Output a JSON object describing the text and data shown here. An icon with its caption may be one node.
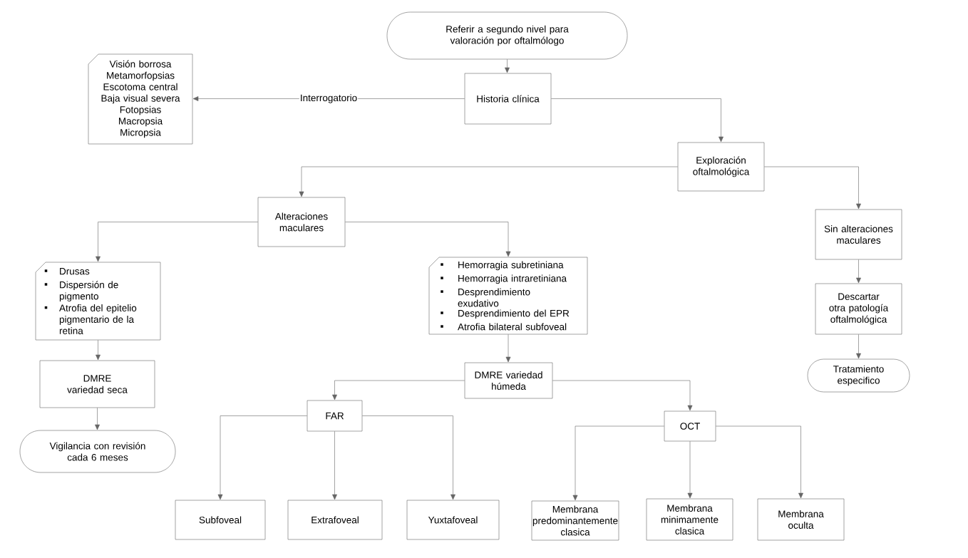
{
  "diagram": {
    "nodes": [
      {
        "text": [
          "Referir a segundo nivel para valoración por oftalmólogo"
        ]
      },
      {
        "text": [
          "Historia clínica"
        ]
      },
      {
        "text": [
          "Visión borrosa",
          "Metamorfopsias",
          "Escotoma central",
          "Baja visual severa",
          "Fotopsias",
          "Macropsia",
          "Micropsia"
        ]
      },
      {
        "text": [
          "Exploración oftalmológica"
        ]
      },
      {
        "text": [
          "Alteraciones maculares"
        ]
      },
      {
        "text": [
          "Sin alteraciones maculares"
        ]
      },
      {
        "text": [
          "Drusas",
          "Dispersión de pigmento",
          "Atrofia del epitelio pigmentario de la retina"
        ]
      },
      {
        "text": [
          "Hemorragia subretiniana",
          "Hemorragia intraretiniana",
          "Desprendimiento exudativo",
          "Desprendimiento del EPR",
          "Atrofia bilateral subfoveal"
        ]
      },
      {
        "text": [
          "Descartar otra patología oftalmológica"
        ]
      },
      {
        "text": [
          "DMRE variedad seca"
        ]
      },
      {
        "text": [
          "DMRE variedad húmeda"
        ]
      },
      {
        "text": [
          "Tratamiento especifico"
        ]
      },
      {
        "text": [
          "Vigilancia con revisión cada 6 meses"
        ]
      },
      {
        "text": [
          "FAR"
        ]
      },
      {
        "text": [
          "OCT"
        ]
      },
      {
        "text": [
          "Subfoveal"
        ]
      },
      {
        "text": [
          "Extrafoveal"
        ]
      },
      {
        "text": [
          "Yuxtafoveal"
        ]
      },
      {
        "text": [
          "Membrana predominantemente clasica"
        ]
      },
      {
        "text": [
          "Membrana minimamente clasica"
        ]
      },
      {
        "text": [
          "Membrana oculta"
        ]
      }
    ],
    "edges": [
      {
        "from": 0,
        "to": 1,
        "arrow": "to"
      },
      {
        "from": 1,
        "to": 2,
        "arrow": "to",
        "label": "Interrogatorio"
      },
      {
        "from": 1,
        "to": 3,
        "arrow": "to"
      },
      {
        "from": 3,
        "to": 4,
        "arrow": "to"
      },
      {
        "from": 3,
        "to": 5,
        "arrow": "to"
      },
      {
        "from": 4,
        "to": 6,
        "arrow": "to"
      },
      {
        "from": 4,
        "to": 7,
        "arrow": "to"
      },
      {
        "from": 5,
        "to": 8,
        "arrow": "to"
      },
      {
        "from": 8,
        "to": 11,
        "arrow": "to"
      },
      {
        "from": 6,
        "to": 9,
        "arrow": "to"
      },
      {
        "from": 9,
        "to": 12,
        "arrow": "to"
      },
      {
        "from": 7,
        "to": 10,
        "arrow": "to"
      },
      {
        "from": 10,
        "to": 13,
        "arrow": "to"
      },
      {
        "from": 10,
        "to": 14,
        "arrow": "to"
      },
      {
        "from": 13,
        "to": 15,
        "arrow": "to"
      },
      {
        "from": 13,
        "to": 16,
        "arrow": "to"
      },
      {
        "from": 13,
        "to": 17,
        "arrow": "to"
      },
      {
        "from": 14,
        "to": 18,
        "arrow": "to"
      },
      {
        "from": 14,
        "to": 19,
        "arrow": "to"
      },
      {
        "from": 14,
        "to": 20,
        "arrow": "to"
      }
    ]
  }
}
